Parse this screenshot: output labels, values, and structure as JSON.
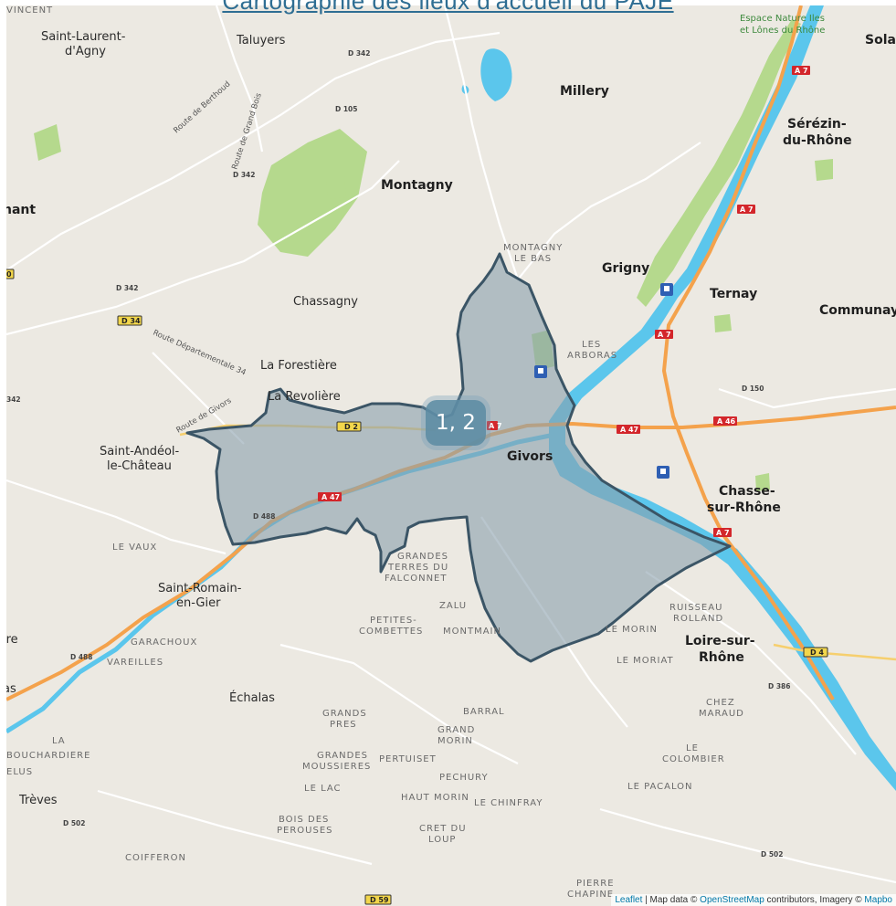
{
  "title": "Cartographie des lieux d'accueil du PAJE",
  "colors": {
    "land": "#ece9e2",
    "water": "#5bc6ec",
    "park": "#b5d98d",
    "highway": "#f4a24c",
    "polygon_fill": "#8aa0ad",
    "polygon_stroke": "#3b5566",
    "cluster": "#5e8da5"
  },
  "map": {
    "cluster_label": "1, 2",
    "towns": [
      {
        "name": "Givors"
      },
      {
        "name": "Grigny"
      },
      {
        "name": "Millery"
      },
      {
        "name": "Montagny"
      },
      {
        "name": "Ternay"
      },
      {
        "name": "Communay"
      },
      {
        "name": "Sérézin-"
      },
      {
        "name": "du-Rhône"
      },
      {
        "name": "Chasse-"
      },
      {
        "name": "sur-Rhône"
      },
      {
        "name": "Loire-sur-"
      },
      {
        "name": "Rhône"
      },
      {
        "name": "nant"
      },
      {
        "name": "Solai"
      }
    ],
    "villages": [
      {
        "name": "Saint-Laurent-"
      },
      {
        "name": "d'Agny"
      },
      {
        "name": "Taluyers"
      },
      {
        "name": "Chassagny"
      },
      {
        "name": "La Forestière"
      },
      {
        "name": "La Revolière"
      },
      {
        "name": "Saint-Andéol-"
      },
      {
        "name": "le-Château"
      },
      {
        "name": "Saint-Romain-"
      },
      {
        "name": "en-Gier"
      },
      {
        "name": "Échalas"
      },
      {
        "name": "Trèves"
      },
      {
        "name": "ire"
      },
      {
        "name": "as"
      }
    ],
    "localities": [
      {
        "name": "MONTAGNY"
      },
      {
        "name": "LE BAS"
      },
      {
        "name": "LES"
      },
      {
        "name": "ARBORAS"
      },
      {
        "name": "GRANDES"
      },
      {
        "name": "TERRES DU"
      },
      {
        "name": "FALCONNET"
      },
      {
        "name": "ZALU"
      },
      {
        "name": "PETITES-"
      },
      {
        "name": "COMBETTES"
      },
      {
        "name": "MONTMAIN"
      },
      {
        "name": "LE VAUX"
      },
      {
        "name": "GARACHOUX"
      },
      {
        "name": "VAREILLES"
      },
      {
        "name": "BARRAL"
      },
      {
        "name": "GRANDS"
      },
      {
        "name": "PRES"
      },
      {
        "name": "GRAND"
      },
      {
        "name": "MORIN"
      },
      {
        "name": "GRANDES"
      },
      {
        "name": "MOUSSIERES"
      },
      {
        "name": "PERTUISET"
      },
      {
        "name": "PECHURY"
      },
      {
        "name": "HAUT MORIN"
      },
      {
        "name": "LE CHINFRAY"
      },
      {
        "name": "LE LAC"
      },
      {
        "name": "BOIS DES"
      },
      {
        "name": "PEROUSES"
      },
      {
        "name": "CRET DU"
      },
      {
        "name": "LOUP"
      },
      {
        "name": "COIFFERON"
      },
      {
        "name": "LE MORIN"
      },
      {
        "name": "LE MORIAT"
      },
      {
        "name": "RUISSEAU"
      },
      {
        "name": "ROLLAND"
      },
      {
        "name": "CHEZ"
      },
      {
        "name": "MARAUD"
      },
      {
        "name": "LE"
      },
      {
        "name": "COLOMBIER"
      },
      {
        "name": "LE PACALON"
      },
      {
        "name": "PIERRE"
      },
      {
        "name": "CHAPINE"
      },
      {
        "name": "LA"
      },
      {
        "name": "BOUCHARDIERE"
      },
      {
        "name": "ELUS"
      },
      {
        "name": "VINCENT"
      }
    ],
    "parks": [
      {
        "name": "Espace Nature Iles"
      },
      {
        "name": "et Lônes du Rhône"
      }
    ],
    "streets": [
      {
        "name": "Route de Berthoud"
      },
      {
        "name": "Route de Grand Bois"
      },
      {
        "name": "Route Départementale 34"
      },
      {
        "name": "Route de Givors"
      }
    ],
    "road_refs": [
      {
        "name": "D 342"
      },
      {
        "name": "D 105"
      },
      {
        "name": "D 342"
      },
      {
        "name": "D 342"
      },
      {
        "name": "D 34"
      },
      {
        "name": "342"
      },
      {
        "name": "D 2"
      },
      {
        "name": "A 47"
      },
      {
        "name": "A 47"
      },
      {
        "name": "A 46"
      },
      {
        "name": "A 7"
      },
      {
        "name": "A 7"
      },
      {
        "name": "A 7"
      },
      {
        "name": "A 7"
      },
      {
        "name": "A 7"
      },
      {
        "name": "D 150"
      },
      {
        "name": "D 488"
      },
      {
        "name": "D 488"
      },
      {
        "name": "D 4"
      },
      {
        "name": "D 386"
      },
      {
        "name": "D 502"
      },
      {
        "name": "D 502"
      },
      {
        "name": "D 59"
      },
      {
        "name": "0"
      }
    ],
    "attribution": {
      "leaflet": "Leaflet",
      "sep1": " | Map data © ",
      "osm": "OpenStreetMap",
      "sep2": " contributors, Imagery © ",
      "mapbox": "Mapbo"
    }
  }
}
